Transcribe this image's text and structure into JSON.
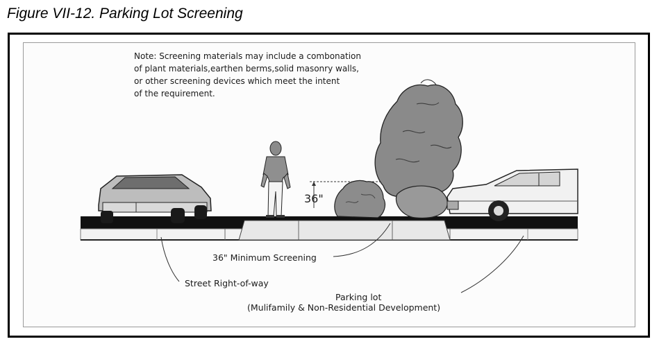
{
  "figure": {
    "title": "Figure VII-12. Parking Lot Screening"
  },
  "note": {
    "lines": [
      "Note: Screening materials may include a combonation",
      "of plant materials,earthen berms,solid masonry walls,",
      "or other screening devices which meet the intent",
      "of the requirement."
    ]
  },
  "labels": {
    "height_dimension": "36\"",
    "minimum_screening": "36\" Minimum Screening",
    "street_right_of_way": "Street Right-of-way",
    "parking_lot": "Parking lot",
    "parking_lot_detail": "(Mulifamily & Non-Residential Development)"
  }
}
